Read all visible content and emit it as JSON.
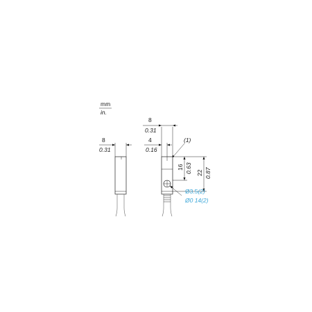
{
  "units": {
    "primary": "mm",
    "secondary": "in."
  },
  "left_view": {
    "width_mm": "8",
    "width_in": "0.31"
  },
  "right_view": {
    "width_mm": "8",
    "width_in": "0.31",
    "offset_mm": "4",
    "offset_in": "0.16",
    "note_ref": "(1)",
    "height_mm": "16",
    "height_in": "0.63",
    "total_mm": "22",
    "total_in": "0.87",
    "hole_primary": "Ø3.5",
    "hole_primary_ref": "(2)",
    "hole_secondary": "Ø0 14(2)"
  },
  "colors": {
    "callout": "#3aa6d8",
    "line": "#111111"
  }
}
